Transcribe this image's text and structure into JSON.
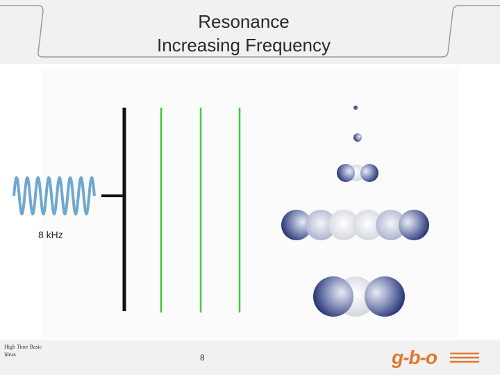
{
  "slide": {
    "title_line1": "Resonance",
    "title_line2": "Increasing Frequency",
    "frequency_label": "8 kHz",
    "footer_text": "High Time Basic Ideas",
    "page_number": "8",
    "logo_text": "g-b-o"
  },
  "colors": {
    "wave": "#6fa8cf",
    "green_lines": "#3ccc3c",
    "black_bar": "#111111",
    "sphere_dark": "#1c2a6e",
    "logo_orange": "#e0782c"
  }
}
